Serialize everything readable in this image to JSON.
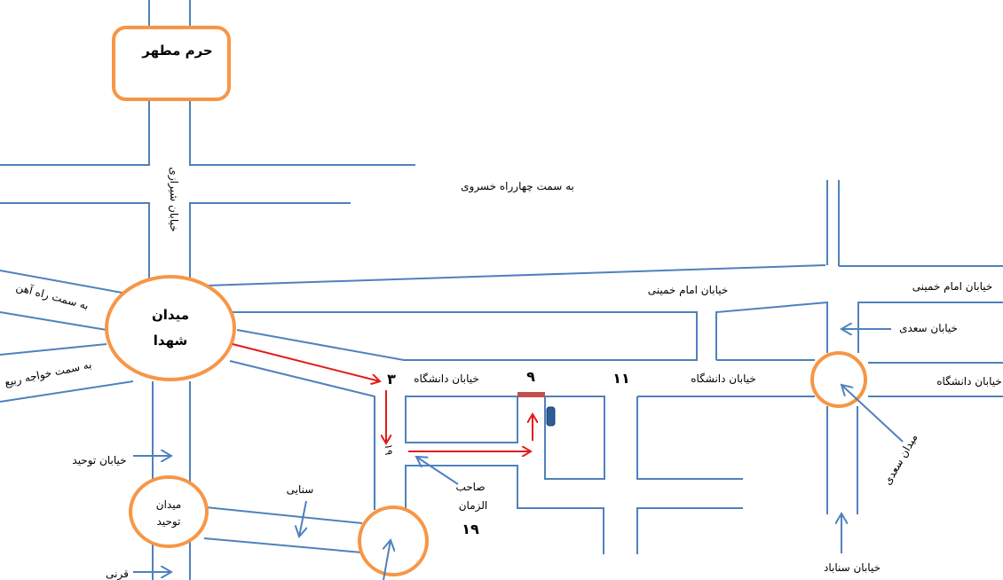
{
  "landmarks": {
    "haram": "حرم مطهر",
    "shohada_line1": "میدان",
    "shohada_line2": "شهدا",
    "tohid_line1": "میدان",
    "tohid_line2": "توحید",
    "saadi_square": "میدان سعدی"
  },
  "streets": {
    "shirazi": "خیابان شیرازی",
    "to_khosravi": "به سمت چهارراه خسروی",
    "to_railway": "به سمت راه آهن",
    "to_khajeh_rabi": "به سمت خواجه ربیع",
    "imam_khomeini_1": "خیابان امام خمینی",
    "imam_khomeini_2": "خیابان امام خمینی",
    "saadi": "خیابان سعدی",
    "daneshgah_1": "خیابان دانشگاه",
    "daneshgah_2": "خیابان دانشگاه",
    "daneshgah_3": "خیابان دانشگاه",
    "tohid": "خیابان توحید",
    "qarani": "قرنی",
    "sanaei": "سنایی",
    "saheb_line1": "صاحب",
    "saheb_line2": "الزمان",
    "sanabad": "خیابان سناباد"
  },
  "numbers": {
    "alley_3": "۳",
    "alley_9": "۹",
    "alley_11": "۱۱",
    "alley_19_small": "۱۹",
    "alley_19": "۱۹"
  },
  "colors": {
    "street": "#4f81bd",
    "ring": "#f79646",
    "route": "#e31b1b",
    "destination_bar": "#c0504d",
    "marker": "#2e5c9a"
  }
}
